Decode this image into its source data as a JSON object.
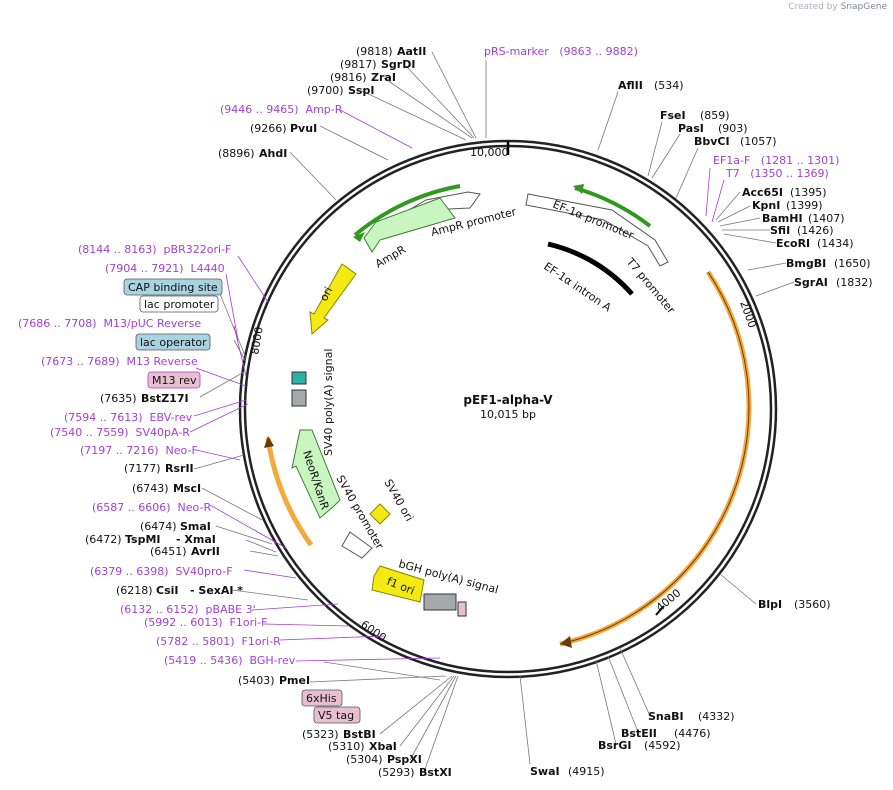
{
  "app": {
    "created_by": "Created by",
    "brand": "SnapGene"
  },
  "plasmid": {
    "name": "pEF1-alpha-V",
    "size": "10,015 bp",
    "length_bp": 10015
  },
  "ticks": [
    {
      "label": "10,000",
      "bp": 10000
    },
    {
      "label": "2000",
      "bp": 2000
    },
    {
      "label": "4000",
      "bp": 4000
    },
    {
      "label": "6000",
      "bp": 6000
    },
    {
      "label": "8000",
      "bp": 8000
    }
  ],
  "colors": {
    "primer": "#a23fd6",
    "feature_green": "#c9f5c1",
    "feature_yellow": "#f2ea12",
    "orange": "#f5a83b",
    "green_arc": "#2f9a1d",
    "tag_pink": "#e8bfcf",
    "tag_blue": "#a8d3e0"
  },
  "labels_left": [
    {
      "pos": "(9818)",
      "name": "AatII"
    },
    {
      "pos": "(9817)",
      "name": "SgrDI"
    },
    {
      "pos": "(9816)",
      "name": "ZraI"
    },
    {
      "pos": "(9700)",
      "name": "SspI"
    },
    {
      "primer": "(9446 .. 9465)  Amp-R"
    },
    {
      "pos": "(9266)",
      "name": "PvuI"
    },
    {
      "pos": "(8896)",
      "name": "AhdI"
    },
    {
      "primer": "(8144 .. 8163)  pBR322ori-F"
    },
    {
      "primer": "(7904 .. 7921)  L4440"
    },
    {
      "box": "CAP binding site"
    },
    {
      "box": "lac promoter"
    },
    {
      "primer": "(7686 .. 7708)  M13/pUC Reverse"
    },
    {
      "box": "lac operator"
    },
    {
      "primer": "(7673 .. 7689)  M13 Reverse"
    },
    {
      "box": "M13 rev"
    },
    {
      "pos": "(7635)",
      "name": "BstZ17I"
    },
    {
      "primer": "(7594 .. 7613)  EBV-rev"
    },
    {
      "primer": "(7540 .. 7559)  SV40pA-R"
    },
    {
      "primer": "(7197 .. 7216)  Neo-F"
    },
    {
      "pos": "(7177)",
      "name": "RsrII"
    },
    {
      "pos": "(6743)",
      "name": "MscI"
    },
    {
      "primer": "(6587 .. 6606)  Neo-R"
    },
    {
      "pos": "(6474)",
      "name": "SmaI"
    },
    {
      "pos": "(6472)",
      "name": "TspMI",
      "extra": "- XmaI"
    },
    {
      "pos": "(6451)",
      "name": "AvrII"
    },
    {
      "primer": "(6379 .. 6398)  SV40pro-F"
    },
    {
      "pos": "(6218)",
      "name": "CsiI",
      "extra": "- SexAI *"
    },
    {
      "primer": "(6132 .. 6152)  pBABE 3'"
    },
    {
      "primer": "(5992 .. 6013)  F1ori-F"
    },
    {
      "primer": "(5782 .. 5801)  F1ori-R"
    },
    {
      "primer": "(5419 .. 5436)  BGH-rev"
    },
    {
      "pos": "(5403)",
      "name": "PmeI"
    },
    {
      "box": "6xHis"
    },
    {
      "box": "V5 tag"
    },
    {
      "pos": "(5323)",
      "name": "BstBI"
    },
    {
      "pos": "(5310)",
      "name": "XbaI"
    },
    {
      "pos": "(5304)",
      "name": "PspXI"
    },
    {
      "pos": "(5293)",
      "name": "BstXI"
    }
  ],
  "labels_right": [
    {
      "primer": "pRS-marker   (9863 .. 9882)"
    },
    {
      "name": "AflII",
      "pos": "(534)"
    },
    {
      "name": "FseI",
      "pos": "(859)"
    },
    {
      "name": "PasI",
      "pos": "(903)"
    },
    {
      "name": "BbvCI",
      "pos": "(1057)"
    },
    {
      "primer": "EF1a-F   (1281 .. 1301)"
    },
    {
      "primer": "T7   (1350 .. 1369)"
    },
    {
      "name": "Acc65I",
      "pos": "(1395)"
    },
    {
      "name": "KpnI",
      "pos": "(1399)"
    },
    {
      "name": "BamHI",
      "pos": "(1407)"
    },
    {
      "name": "SfiI",
      "pos": "(1426)"
    },
    {
      "name": "EcoRI",
      "pos": "(1434)"
    },
    {
      "name": "BmgBI",
      "pos": "(1650)"
    },
    {
      "name": "SgrAI",
      "pos": "(1832)"
    },
    {
      "name": "BlpI",
      "pos": "(3560)"
    },
    {
      "name": "SnaBI",
      "pos": "(4332)"
    },
    {
      "name": "BstEII",
      "pos": "(4476)"
    },
    {
      "name": "BsrGI",
      "pos": "(4592)"
    },
    {
      "name": "SwaI",
      "pos": "(4915)"
    }
  ],
  "features": {
    "ef1a_promoter": "EF-1α promoter",
    "t7_promoter": "T7 promoter",
    "ef1a_intron": "EF-1α intron A",
    "ampr_promoter": "AmpR promoter",
    "ampr": "AmpR",
    "ori": "ori",
    "sv40_polya": "SV40 poly(A) signal",
    "neor": "NeoR/KanR",
    "sv40_promoter": "SV40 promoter",
    "sv40_ori": "SV40 ori",
    "bgh_polya": "bGH poly(A) signal",
    "f1_ori": "f1 ori"
  }
}
